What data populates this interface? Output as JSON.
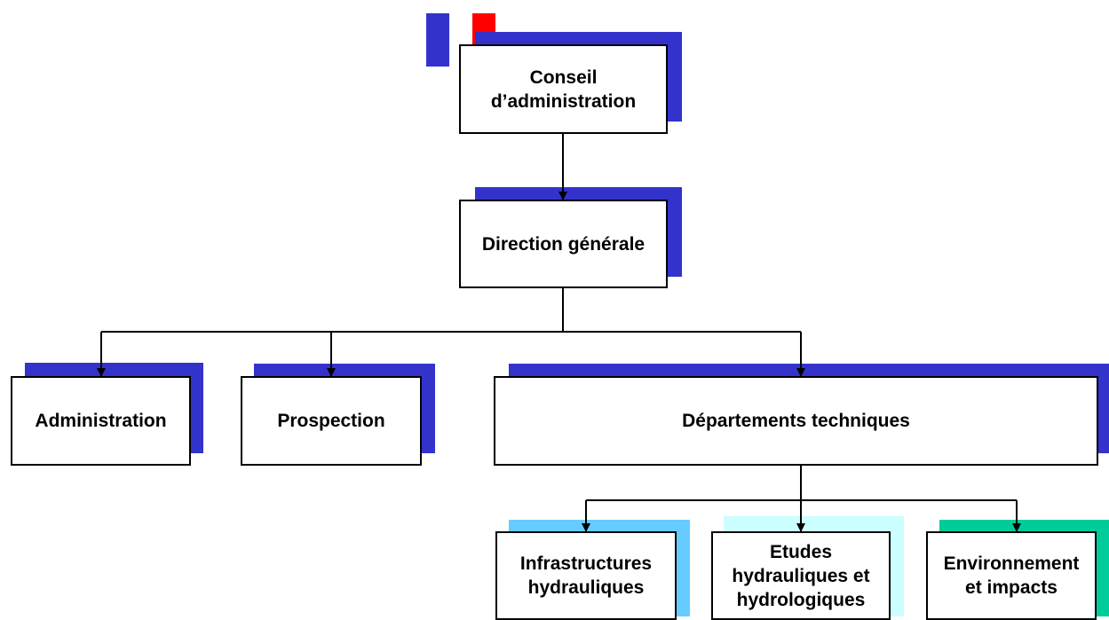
{
  "colors": {
    "shadow_blue": "#3333cc",
    "shadow_light_blue": "#66ccff",
    "shadow_pale_cyan": "#ccffff",
    "shadow_teal": "#00cc99",
    "flag_blue": "#3333cc",
    "flag_white": "#ffffff",
    "flag_red": "#ff0000",
    "line": "#000000"
  },
  "flag_icon": "french-flag-icon",
  "nodes": {
    "conseil": "Conseil\nd’administration",
    "direction": "Direction générale",
    "administration": "Administration",
    "prospection": "Prospection",
    "departements": "Départements techniques",
    "infrastructures": "Infrastructures\nhydrauliques",
    "etudes": "Etudes\nhydrauliques et\nhydrologiques",
    "environnement": "Environnement\net impacts"
  }
}
